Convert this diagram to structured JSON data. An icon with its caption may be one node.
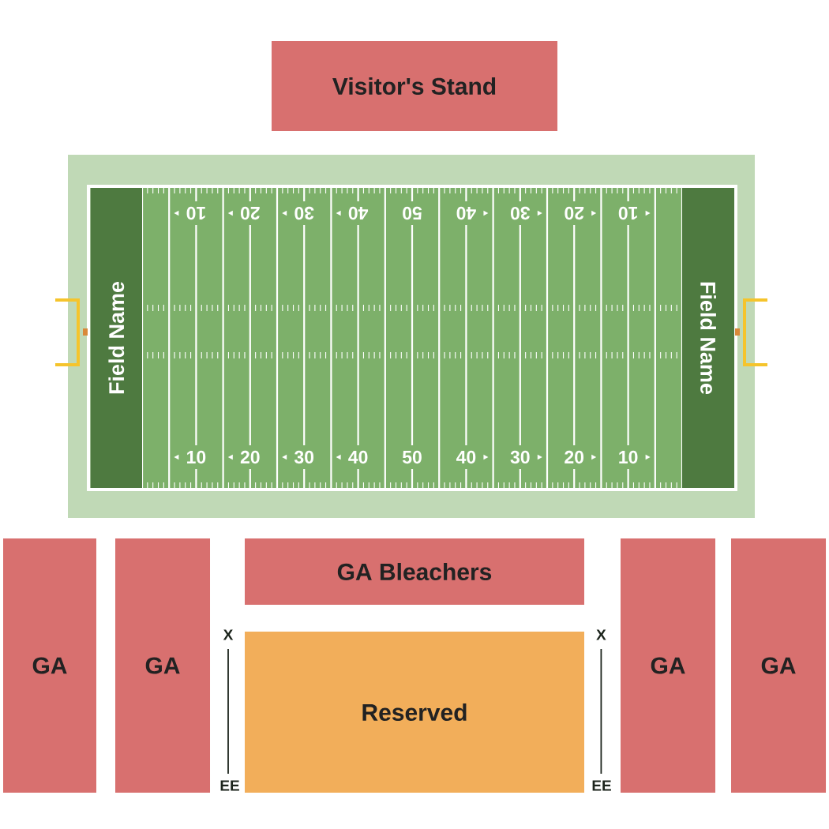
{
  "diagram": {
    "nodes": [
      {
        "text": [
          "Visitor's Stand"
        ]
      },
      {
        "text": [
          "Field Name"
        ]
      },
      {
        "text": [
          "Field Name"
        ]
      },
      {
        "text": [
          "GA"
        ]
      },
      {
        "text": [
          "GA"
        ]
      },
      {
        "text": [
          "GA Bleachers"
        ]
      },
      {
        "text": [
          "Reserved"
        ]
      },
      {
        "text": [
          "GA"
        ]
      },
      {
        "text": [
          "GA"
        ]
      }
    ],
    "labels": [
      "10",
      "20",
      "30",
      "40",
      "50",
      "40",
      "30",
      "20",
      "10",
      "10",
      "20",
      "30",
      "40",
      "50",
      "40",
      "30",
      "20",
      "10",
      "X",
      "X",
      "EE",
      "EE"
    ]
  }
}
